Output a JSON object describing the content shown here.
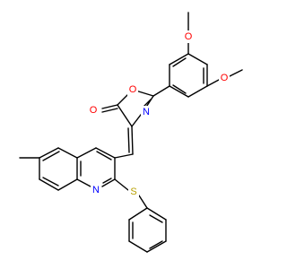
{
  "molecule": {
    "atoms": [
      {
        "id": "o_me1",
        "symbol": "O",
        "color": "#ff0000"
      },
      {
        "id": "o_me2",
        "symbol": "O",
        "color": "#ff0000"
      },
      {
        "id": "o_ring",
        "symbol": "O",
        "color": "#ff0000"
      },
      {
        "id": "o_carbonyl",
        "symbol": "O",
        "color": "#ff0000"
      },
      {
        "id": "n_oxazole",
        "symbol": "N",
        "color": "#0000ff"
      },
      {
        "id": "n_quinoline",
        "symbol": "N",
        "color": "#0000ff"
      },
      {
        "id": "s_thio",
        "symbol": "S",
        "color": "#b8a000"
      }
    ]
  }
}
